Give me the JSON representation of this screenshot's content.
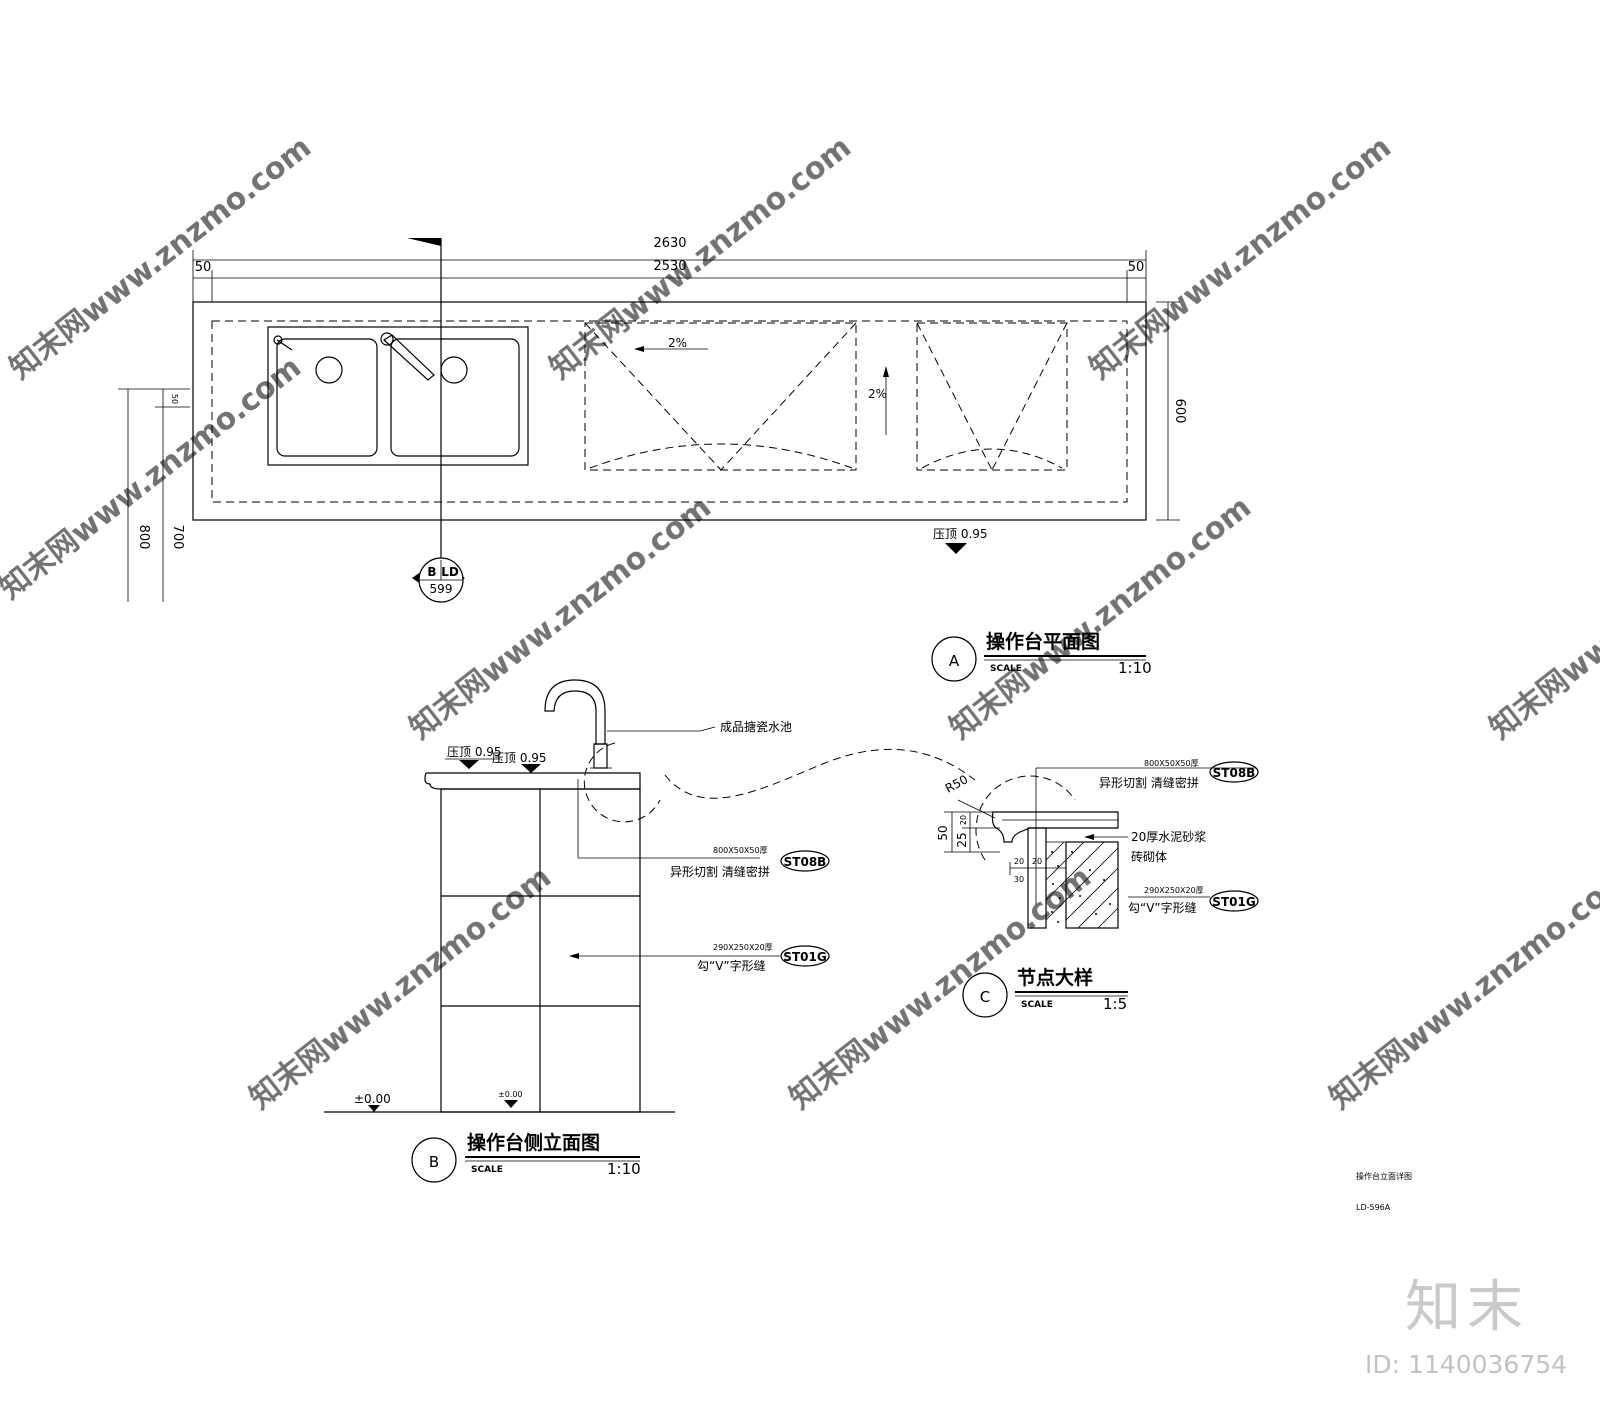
{
  "plan_view": {
    "dim_total": "2630",
    "dim_inner": "2530",
    "dim_left_margin": "50",
    "dim_right_margin": "50",
    "dim_depth": "600",
    "dim_height_800": "800",
    "dim_height_700": "700",
    "dim_height_50": "50",
    "slope_horizontal": "2%",
    "slope_vertical": "2%",
    "level_mark": "压顶 0.95",
    "section_letter": "B",
    "section_sheet": "LD",
    "section_number": "599",
    "label_letter": "A",
    "title": "操作台平面图",
    "scale_label": "SCALE",
    "scale_ratio": "1:10"
  },
  "side_elevation": {
    "level_top_left": "压顶 0.95",
    "level_top_right": "压顶 0.95",
    "note_sink": "成品搪瓷水池",
    "note_cap_spec": "800X50X50厚",
    "note_cap_desc": "异形切割 清缝密拼",
    "tag_cap": "ST08B",
    "note_tile_spec": "290X250X20厚",
    "note_tile_desc": "勾“V”字形缝",
    "tag_tile": "ST01G",
    "level_ground_left": "±0.00",
    "level_ground_center": "±0.00",
    "label_letter": "B",
    "title": "操作台侧立面图",
    "scale_label": "SCALE",
    "scale_ratio": "1:10"
  },
  "node_detail": {
    "radius": "R50",
    "dim_50": "50",
    "dim_25": "25",
    "dim_20_v": "20",
    "dim_20_a": "20",
    "dim_20_b": "20",
    "dim_30": "30",
    "note_cap_spec": "800X50X50厚",
    "note_cap_desc": "异形切割 清缝密拼",
    "tag_cap": "ST08B",
    "note_mortar": "20厚水泥砂浆",
    "note_brick": "砖砌体",
    "note_tile_spec": "290X250X20厚",
    "note_tile_desc": "勾“V”字形缝",
    "tag_tile": "ST01G",
    "label_letter": "C",
    "title": "节点大样",
    "scale_label": "SCALE",
    "scale_ratio": "1:5"
  },
  "sheet": {
    "sheet_title": "操作台立面详图",
    "sheet_number": "LD-596A"
  },
  "brand": {
    "logo_text": "知末",
    "image_id": "ID: 1140036754",
    "watermark_text": "知末网www.znzmo.com"
  }
}
